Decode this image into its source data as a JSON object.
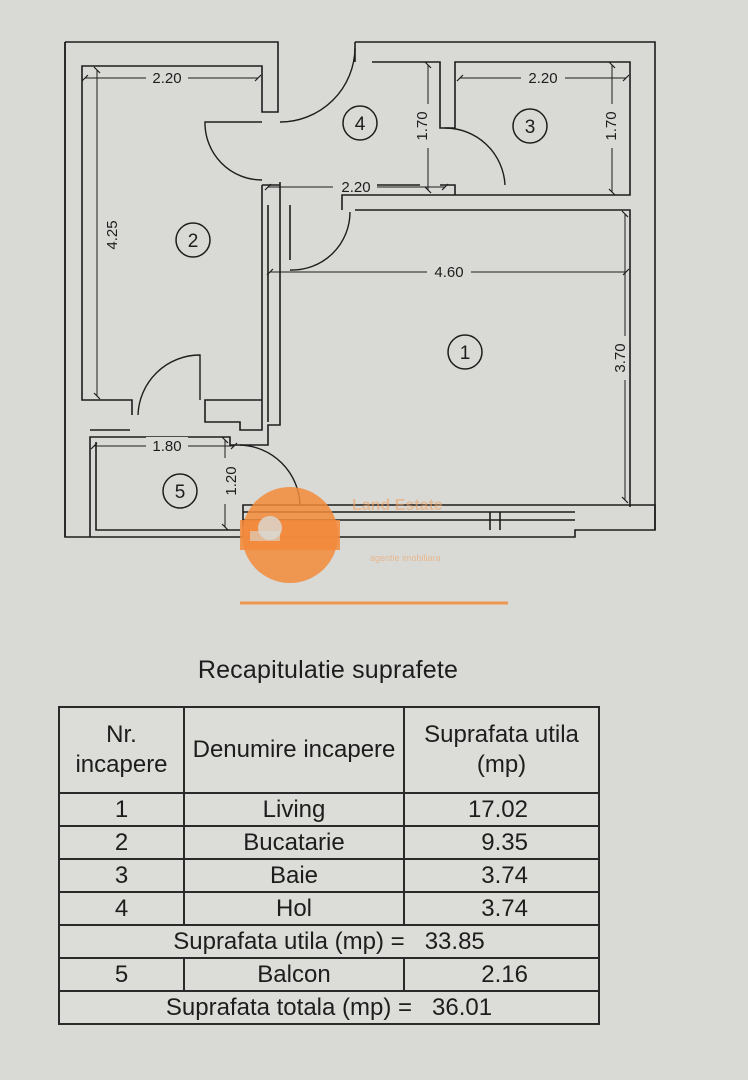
{
  "plan": {
    "rooms": [
      {
        "number": "1"
      },
      {
        "number": "2"
      },
      {
        "number": "3"
      },
      {
        "number": "4"
      },
      {
        "number": "5"
      }
    ],
    "dimensions": {
      "room2_width": "2.20",
      "room2_height": "4.25",
      "room4_width": "2.20",
      "room4_height": "1.70",
      "room3_width": "2.20",
      "room3_height": "1.70",
      "room1_width": "4.60",
      "room1_height": "3.70",
      "room5_width": "1.80",
      "room5_height": "1.20"
    },
    "watermark": {
      "brand": "Land Estate",
      "tagline": "agentie imobiliara",
      "color": "#f28a3a"
    }
  },
  "summary": {
    "title": "Recapitulatie suprafete",
    "headers": {
      "nr": "Nr. incapere",
      "name": "Denumire incapere",
      "area": "Suprafata utila (mp)"
    },
    "rows": [
      {
        "nr": "1",
        "name": "Living",
        "area": "17.02"
      },
      {
        "nr": "2",
        "name": "Bucatarie",
        "area": "9.35"
      },
      {
        "nr": "3",
        "name": "Baie",
        "area": "3.74"
      },
      {
        "nr": "4",
        "name": "Hol",
        "area": "3.74"
      }
    ],
    "subtotal_label": "Suprafata utila (mp) =",
    "subtotal_value": "33.85",
    "balcony": {
      "nr": "5",
      "name": "Balcon",
      "area": "2.16"
    },
    "total_label": "Suprafata totala (mp) =",
    "total_value": "36.01"
  }
}
